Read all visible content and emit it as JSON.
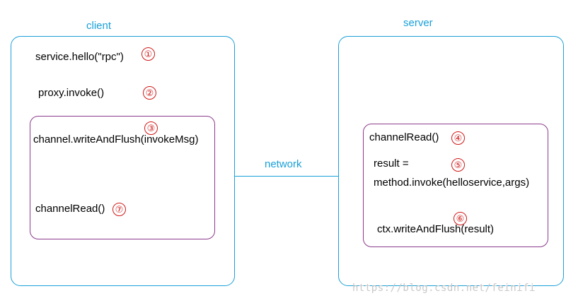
{
  "client": {
    "title": "client",
    "call1": "service.hello(\"rpc\")",
    "call2": "proxy.invoke()",
    "inner": {
      "write": "channel.writeAndFlush(invokeMsg)",
      "read": "channelRead()"
    }
  },
  "server": {
    "title": "server",
    "inner": {
      "read": "channelRead()",
      "result_line1": "result =",
      "result_line2": "method.invoke(helloservice,args)",
      "write": "ctx.writeAndFlush(result)"
    }
  },
  "network": {
    "label": "network"
  },
  "steps": [
    "①",
    "②",
    "③",
    "④",
    "⑤",
    "⑥",
    "⑦"
  ],
  "watermark": "https://blog.csdn.net/feinifi",
  "colors": {
    "box_border": "#1aa0d8",
    "inner_border": "#8b3a8b",
    "step_marker": "#d01818",
    "label": "#1aa0d8"
  }
}
